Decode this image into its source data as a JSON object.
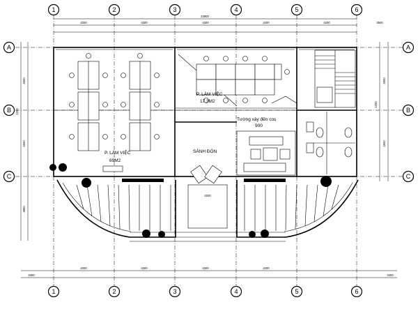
{
  "grid": {
    "columns": [
      "1",
      "2",
      "3",
      "4",
      "5",
      "6"
    ],
    "rows": [
      "A",
      "B",
      "C"
    ]
  },
  "dimensions": {
    "overall_width": "23900",
    "top_bays": [
      "4200",
      "4200",
      "4200",
      "4200",
      "4200",
      "3500"
    ],
    "bottom_bays": [
      "3400",
      "4200",
      "4200",
      "4200",
      "4200",
      "3400"
    ],
    "center_span": "4200",
    "left_rows": [
      "4500",
      "4500",
      "3900"
    ],
    "right_rows": [
      "4500",
      "4500"
    ],
    "left_outer": [
      "1200",
      "1200"
    ],
    "right_outer": [
      "1200",
      "1200"
    ]
  },
  "rooms": {
    "office_left": {
      "name": "P. LÀM VIỆC",
      "area": "69M2"
    },
    "office_right": {
      "name": "P. LÀM VIỆC",
      "area": "17.3M2"
    },
    "lobby": {
      "name": "SẢNH ĐÓN"
    },
    "wall_note": {
      "line1": "Tường xây đến cos",
      "line2": "900"
    }
  }
}
